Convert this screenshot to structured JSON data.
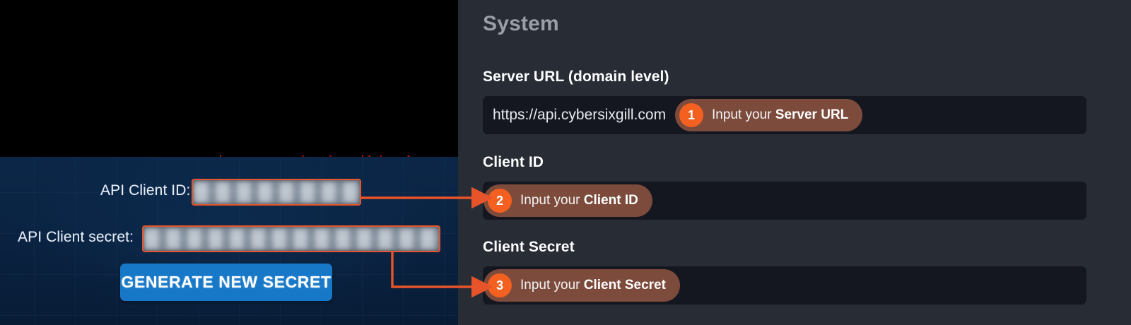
{
  "left_panel": {
    "name": "sixgill-developer-portal-screenshot",
    "fields": [
      {
        "label": "API Client ID:",
        "value_redacted": true
      },
      {
        "label": "API Client secret:",
        "value_redacted": true
      }
    ],
    "button_label": "GENERATE NEW SECRET"
  },
  "right_panel": {
    "title": "System",
    "sections": [
      {
        "label": "Server URL (domain level)",
        "value": "https://api.cybersixgill.com",
        "callout": {
          "number": "1",
          "prefix": "Input your ",
          "target": "Server URL"
        }
      },
      {
        "label": "Client ID",
        "value": "",
        "callout": {
          "number": "2",
          "prefix": "Input your ",
          "target": "Client ID"
        }
      },
      {
        "label": "Client Secret",
        "value": "",
        "callout": {
          "number": "3",
          "prefix": "Input your ",
          "target": "Client Secret"
        }
      }
    ]
  },
  "colors": {
    "accent_orange": "#f4601f",
    "callout_pill": "#7d4b3c",
    "panel_bg": "#282c35",
    "input_bg": "#14171f",
    "left_bg": "#0a2342",
    "button_blue": "#1878c8",
    "arrow": "#e8542a"
  }
}
